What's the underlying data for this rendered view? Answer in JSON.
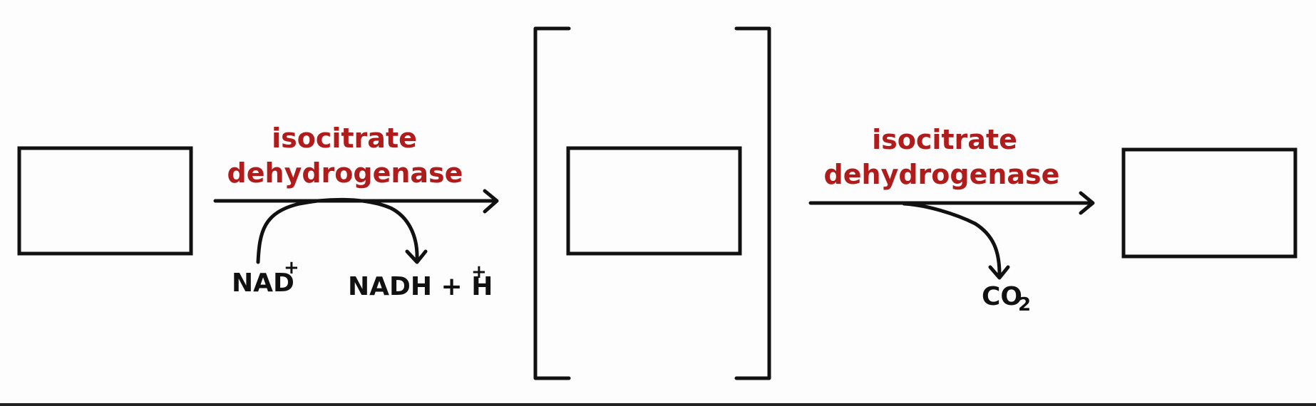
{
  "diagram": {
    "step1": {
      "enzyme_line1": "isocitrate",
      "enzyme_line2": "dehydrogenase",
      "reactant": "NAD",
      "reactant_charge": "+",
      "product_main": "NADH + H",
      "product_charge": "+"
    },
    "step2": {
      "enzyme_line1": "isocitrate",
      "enzyme_line2": "dehydrogenase",
      "product_main": "CO",
      "product_subscript": "2"
    },
    "colors": {
      "enzyme_text": "#b01c1c",
      "ink": "#111111",
      "background": "#fdfdfd"
    }
  }
}
